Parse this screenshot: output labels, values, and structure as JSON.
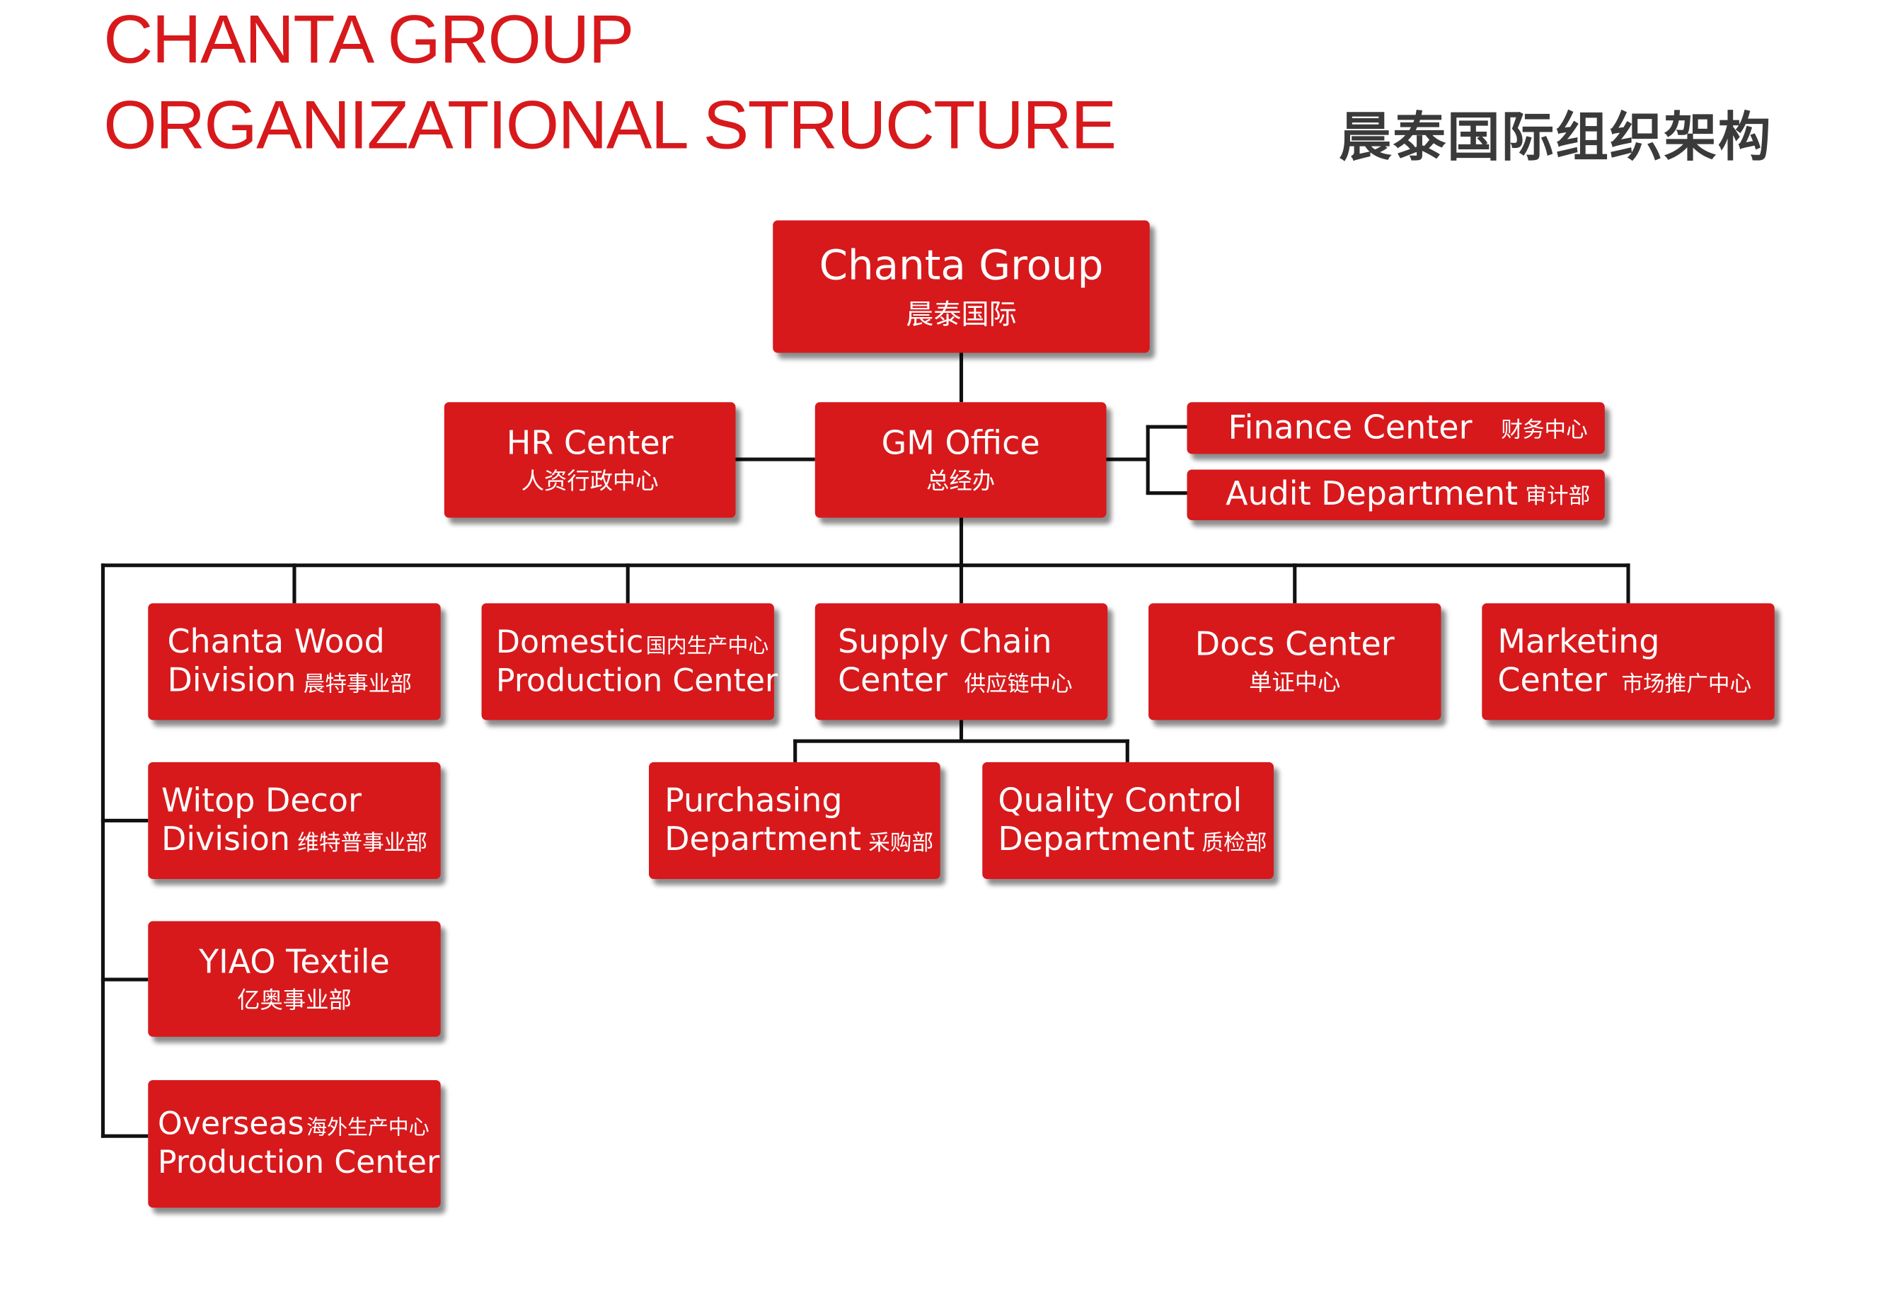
{
  "title": {
    "line1": "CHANTA GROUP",
    "line2": "ORGANIZATIONAL STRUCTURE",
    "chinese": "晨泰国际组织架构"
  },
  "nodes": {
    "root": {
      "en": "Chanta Group",
      "cn": "晨泰国际"
    },
    "hr": {
      "en": "HR Center",
      "cn": "人资行政中心"
    },
    "gm": {
      "en": "GM Office",
      "cn": "总经办"
    },
    "finance": {
      "en": "Finance Center",
      "cn": "财务中心"
    },
    "audit": {
      "en": "Audit Department",
      "cn": "审计部"
    },
    "wood": {
      "en1": "Chanta Wood",
      "en2": "Division",
      "cn": "晨特事业部"
    },
    "domestic": {
      "en1": "Domestic",
      "cn": "国内生产中心",
      "en2": "Production Center"
    },
    "supply": {
      "en1": "Supply Chain",
      "en2": "Center",
      "cn": "供应链中心"
    },
    "docs": {
      "en": "Docs Center",
      "cn": "单证中心"
    },
    "marketing": {
      "en1": "Marketing",
      "en2": "Center",
      "cn": "市场推广中心"
    },
    "witop": {
      "en1": "Witop Decor",
      "en2": "Division",
      "cn": "维特普事业部"
    },
    "yiao": {
      "en": "YIAO Textile",
      "cn": "亿奥事业部"
    },
    "overseas": {
      "en1": "Overseas",
      "cn": "海外生产中心",
      "en2": "Production Center"
    },
    "purchasing": {
      "en1": "Purchasing",
      "en2": "Department",
      "cn": "采购部"
    },
    "qc": {
      "en1": "Quality Control",
      "en2": "Department",
      "cn": "质检部"
    }
  },
  "colors": {
    "brand": "#d7191c",
    "title_cn": "#3a3a3a",
    "line": "#111111"
  }
}
